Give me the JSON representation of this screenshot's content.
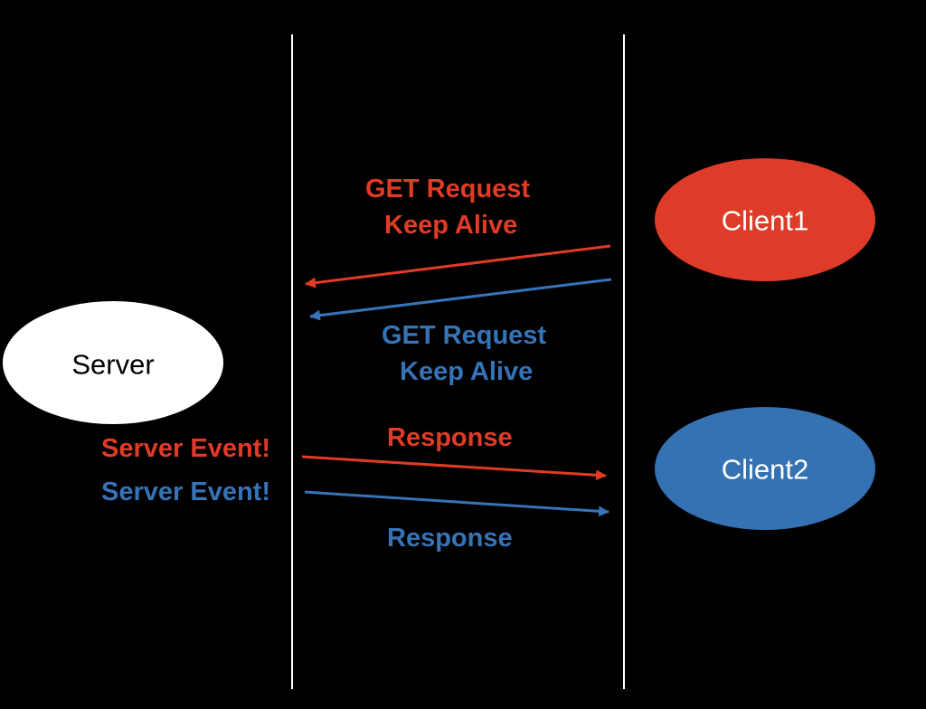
{
  "colors": {
    "background": "#000000",
    "red": "#e03b26",
    "blue": "#3674b7",
    "white": "#ffffff",
    "divider": "#ffffff"
  },
  "nodes": {
    "server": {
      "label": "Server",
      "fill": "#ffffff",
      "text_color": "#000000"
    },
    "client1": {
      "label": "Client1",
      "fill": "#de3c28",
      "text_color": "#ffffff"
    },
    "client2": {
      "label": "Client2",
      "fill": "#3572b3",
      "text_color": "#ffffff"
    }
  },
  "labels": {
    "red_request_line1": "GET Request",
    "red_request_line2": "Keep Alive",
    "blue_request_line1": "GET Request",
    "blue_request_line2": "Keep Alive",
    "red_event": "Server Event!",
    "blue_event": "Server Event!",
    "red_response": "Response",
    "blue_response": "Response"
  },
  "edges": [
    {
      "from": "client1",
      "to": "server",
      "color": "red",
      "kind": "request"
    },
    {
      "from": "client2",
      "to": "server",
      "color": "blue",
      "kind": "request"
    },
    {
      "from": "server",
      "to": "client1",
      "color": "red",
      "kind": "response"
    },
    {
      "from": "server",
      "to": "client2",
      "color": "blue",
      "kind": "response"
    }
  ]
}
